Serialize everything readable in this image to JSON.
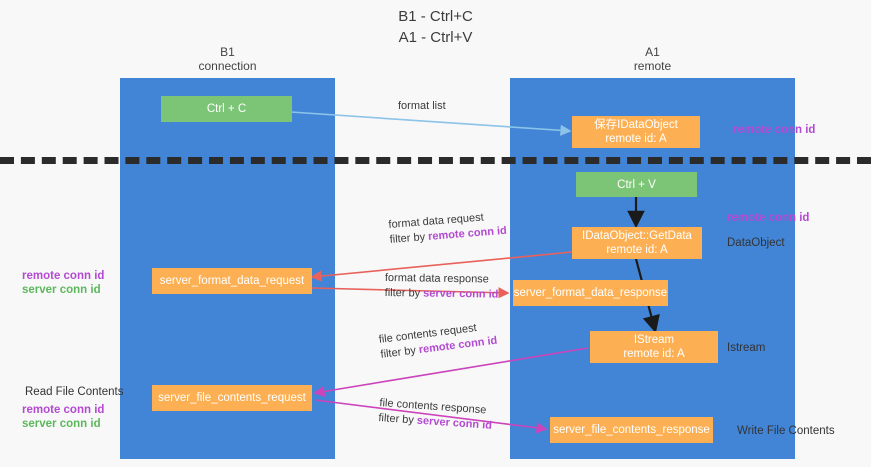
{
  "title": "B1 - Ctrl+C\nA1 - Ctrl+V",
  "columns": {
    "left": {
      "name": "B1",
      "role": "connection",
      "header": "B1\nconnection"
    },
    "right": {
      "name": "A1",
      "role": "remote",
      "header": "A1\nremote"
    }
  },
  "colors": {
    "lane": "#4285d6",
    "node_green": "#7cc576",
    "node_orange": "#fcb053",
    "highlight_purple": "#b34ad1",
    "highlight_green": "#5db85c",
    "divider": "#2b2b2b",
    "arrow_blue": "#8cc3e8",
    "arrow_red": "#e8615a",
    "arrow_magenta": "#cc44bb",
    "arrow_black": "#1a1a1a"
  },
  "nodes": {
    "ctrl_c": {
      "label": "Ctrl + C"
    },
    "save_idataobject": {
      "line1": "保存IDataObject",
      "line2": "remote id: A"
    },
    "ctrl_v": {
      "label": "Ctrl + V"
    },
    "getdata": {
      "line1": "IDataObject::GetData",
      "line2": "remote id: A"
    },
    "server_format_data_request": {
      "label": "server_format_data_request"
    },
    "server_format_data_response": {
      "label": "server_format_data_response"
    },
    "istream": {
      "line1": "IStream",
      "line2": "remote id: A"
    },
    "server_file_contents_request": {
      "label": "server_file_contents_request"
    },
    "server_file_contents_response": {
      "label": "server_file_contents_response"
    }
  },
  "right_annotations": [
    {
      "text": "remote conn id",
      "style": "purple"
    },
    {
      "text": "remote conn id",
      "style": "purple"
    },
    {
      "text": "DataObject",
      "style": "dark"
    },
    {
      "text": "Istream",
      "style": "dark"
    },
    {
      "text": "Write File Contents",
      "style": "dark"
    }
  ],
  "left_annotations": {
    "format_group": [
      {
        "text": "remote conn id",
        "style": "purple"
      },
      {
        "text": "server conn id",
        "style": "green"
      }
    ],
    "file_group_title": {
      "text": "Read File Contents",
      "style": "dark"
    },
    "file_group": [
      {
        "text": "remote conn id",
        "style": "purple"
      },
      {
        "text": "server conn id",
        "style": "green"
      }
    ]
  },
  "edges": [
    {
      "id": "format-list",
      "line1": "format list",
      "line2": "",
      "highlight": ""
    },
    {
      "id": "format-data-request",
      "line1": "format data request",
      "line2": "filter by ",
      "highlight": "remote conn id"
    },
    {
      "id": "format-data-response",
      "line1": "format data response",
      "line2": "filter by ",
      "highlight": "server conn id"
    },
    {
      "id": "file-contents-request",
      "line1": "file contents request",
      "line2": "filter by ",
      "highlight": "remote conn id"
    },
    {
      "id": "file-contents-response",
      "line1": "file contents response",
      "line2": "filter by ",
      "highlight": "server conn id"
    }
  ]
}
